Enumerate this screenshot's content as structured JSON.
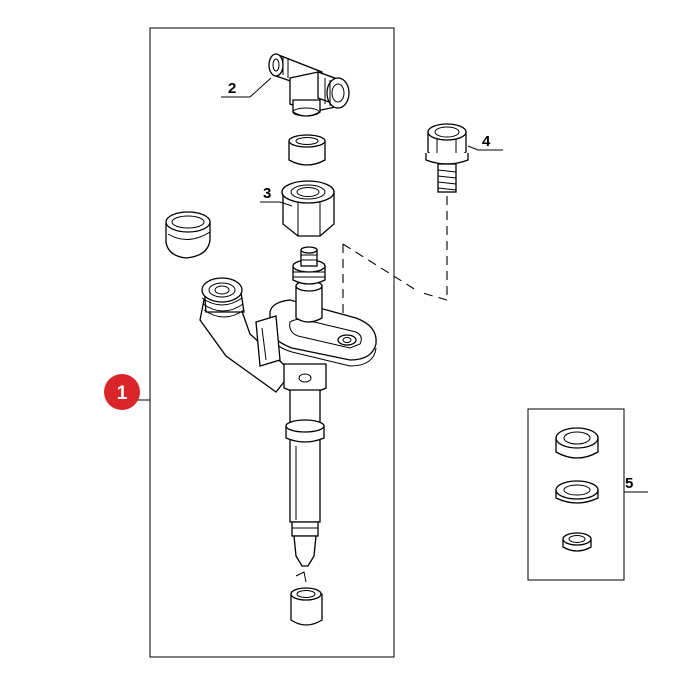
{
  "diagram": {
    "main_callout": "1",
    "labels": {
      "part_2": "2",
      "part_3": "3",
      "part_4": "4",
      "part_5": "5"
    },
    "colors": {
      "callout": "#d9262a",
      "line": "#000000",
      "background": "#ffffff"
    }
  }
}
